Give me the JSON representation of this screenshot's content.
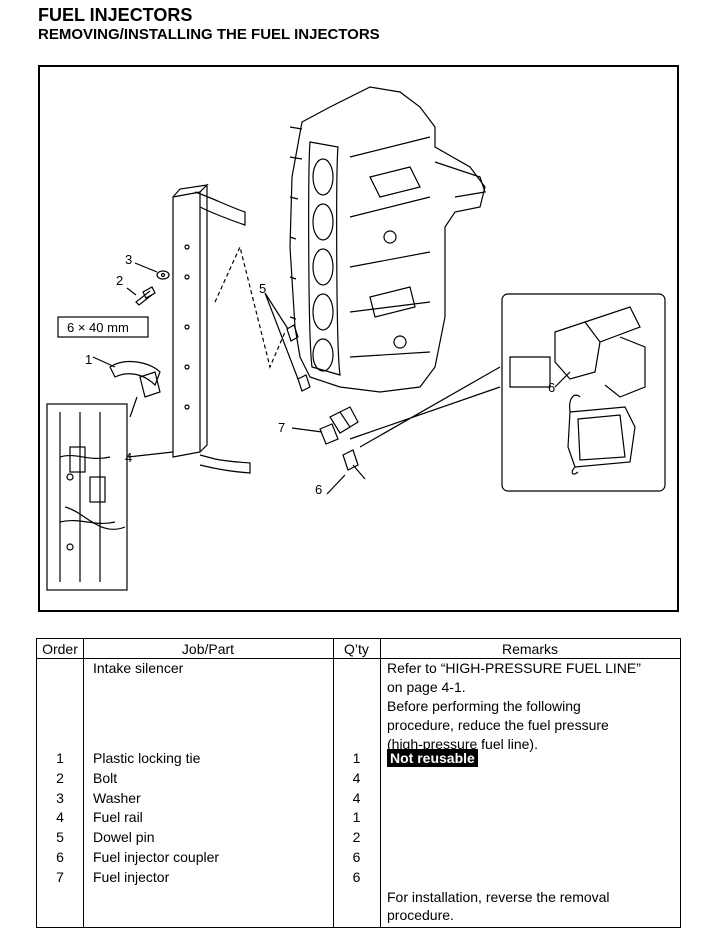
{
  "page": {
    "title": "FUEL INJECTORS",
    "subtitle": "REMOVING/INSTALLING THE FUEL INJECTORS"
  },
  "figure": {
    "callouts": [
      "1",
      "2",
      "3",
      "4",
      "5",
      "6",
      "6",
      "7"
    ],
    "bolt_spec": "6 × 40 mm"
  },
  "table": {
    "headers": {
      "order": "Order",
      "job": "Job/Part",
      "qty": "Q’ty",
      "remarks": "Remarks"
    },
    "intro": {
      "job": "Intake silencer",
      "remarks": [
        "Refer to “HIGH-PRESSURE FUEL LINE”",
        "on page 4-1.",
        "Before performing the following",
        "procedure, reduce the fuel pressure",
        "(high-pressure fuel line)."
      ]
    },
    "rows": [
      {
        "order": "1",
        "job": "Plastic locking tie",
        "qty": "1",
        "remark": "Not reusable"
      },
      {
        "order": "2",
        "job": "Bolt",
        "qty": "4",
        "remark": ""
      },
      {
        "order": "3",
        "job": "Washer",
        "qty": "4",
        "remark": ""
      },
      {
        "order": "4",
        "job": "Fuel rail",
        "qty": "1",
        "remark": ""
      },
      {
        "order": "5",
        "job": "Dowel pin",
        "qty": "2",
        "remark": ""
      },
      {
        "order": "6",
        "job": "Fuel injector coupler",
        "qty": "6",
        "remark": ""
      },
      {
        "order": "7",
        "job": "Fuel injector",
        "qty": "6",
        "remark": ""
      }
    ],
    "footer": [
      "For installation, reverse the removal",
      "procedure."
    ]
  }
}
